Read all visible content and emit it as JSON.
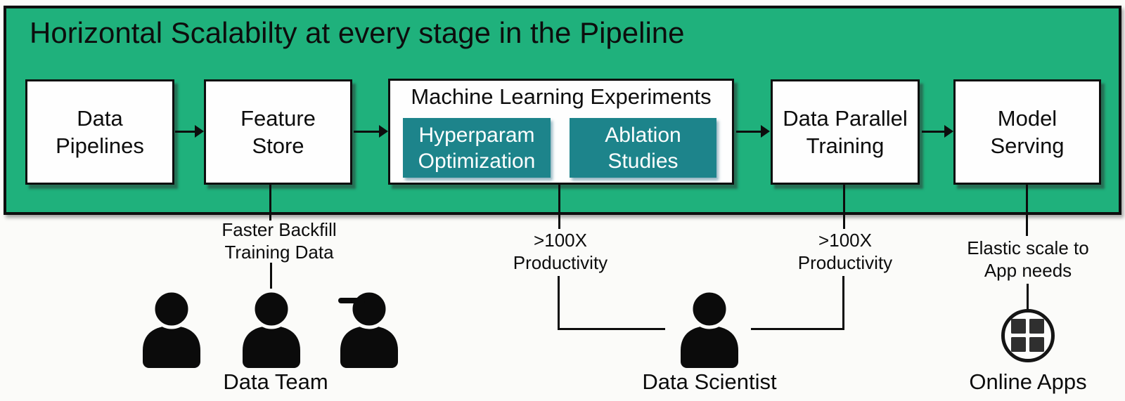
{
  "title": "Horizontal Scalabilty at every stage in the Pipeline",
  "stages": [
    {
      "label": "Data\nPipelines"
    },
    {
      "label": "Feature\nStore"
    },
    {
      "label": "Machine Learning Experiments",
      "children": [
        {
          "label": "Hyperparam\nOptimization"
        },
        {
          "label": "Ablation\nStudies"
        }
      ]
    },
    {
      "label": "Data Parallel\nTraining"
    },
    {
      "label": "Model\nServing"
    }
  ],
  "annotations": [
    {
      "label": "Faster Backfill\nTraining Data"
    },
    {
      "label": ">100X\nProductivity"
    },
    {
      "label": ">100X\nProductivity"
    },
    {
      "label": "Elastic scale to\nApp needs"
    }
  ],
  "actors": [
    {
      "name": "Data Team",
      "icon": "three-people-icon"
    },
    {
      "name": "Data Scientist",
      "icon": "person-icon"
    },
    {
      "name": "Online Apps",
      "icon": "apps-grid-circle-icon"
    }
  ],
  "colors": {
    "panel_green": "#1fb17c",
    "inner_teal": "#1d848b",
    "ink": "#111111"
  }
}
